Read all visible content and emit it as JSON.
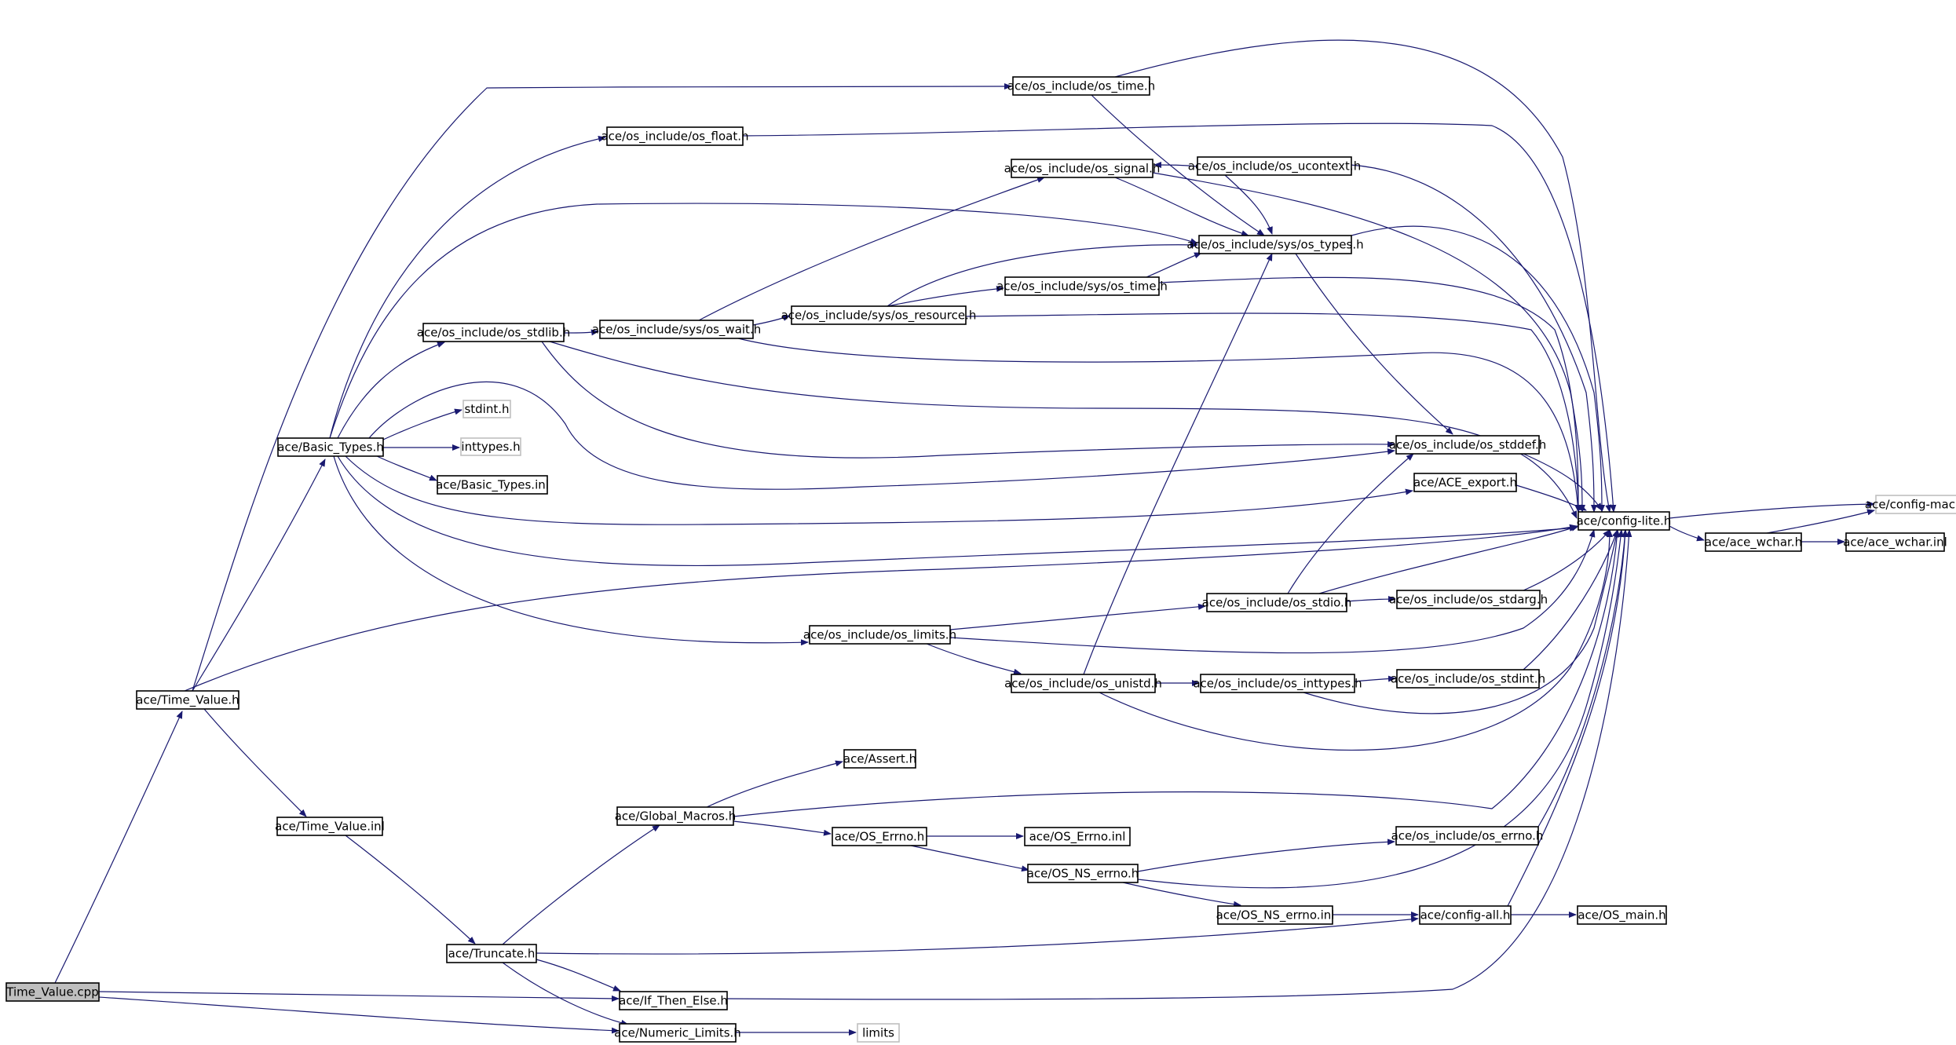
{
  "colors": {
    "edge": "#191970",
    "root_fill": "#bfbfbf",
    "node_border": "#000000",
    "external_border": "#bfbfbf"
  },
  "nodes": [
    {
      "id": "time_value_cpp",
      "label": "Time_Value.cpp",
      "root": true
    },
    {
      "id": "time_value_h",
      "label": "ace/Time_Value.h"
    },
    {
      "id": "time_value_inl",
      "label": "ace/Time_Value.inl"
    },
    {
      "id": "basic_types_h",
      "label": "ace/Basic_Types.h"
    },
    {
      "id": "os_time_h",
      "label": "ace/os_include/os_time.h"
    },
    {
      "id": "os_float_h",
      "label": "ace/os_include/os_float.h"
    },
    {
      "id": "os_signal_h",
      "label": "ace/os_include/os_signal.h"
    },
    {
      "id": "os_ucontext_h",
      "label": "ace/os_include/os_ucontext.h"
    },
    {
      "id": "sys_os_types_h",
      "label": "ace/os_include/sys/os_types.h"
    },
    {
      "id": "sys_os_time_h",
      "label": "ace/os_include/sys/os_time.h"
    },
    {
      "id": "os_stdlib_h",
      "label": "ace/os_include/os_stdlib.h"
    },
    {
      "id": "sys_os_wait_h",
      "label": "ace/os_include/sys/os_wait.h"
    },
    {
      "id": "sys_os_resource_h",
      "label": "ace/os_include/sys/os_resource.h"
    },
    {
      "id": "stdint_h",
      "label": "stdint.h",
      "external": true
    },
    {
      "id": "inttypes_h",
      "label": "inttypes.h",
      "external": true
    },
    {
      "id": "basic_types_inl",
      "label": "ace/Basic_Types.inl"
    },
    {
      "id": "os_stddef_h",
      "label": "ace/os_include/os_stddef.h"
    },
    {
      "id": "ace_export_h",
      "label": "ace/ACE_export.h"
    },
    {
      "id": "config_lite_h",
      "label": "ace/config-lite.h"
    },
    {
      "id": "config_macros_h",
      "label": "ace/config-macros.h",
      "external": true
    },
    {
      "id": "ace_wchar_h",
      "label": "ace/ace_wchar.h"
    },
    {
      "id": "ace_wchar_inl",
      "label": "ace/ace_wchar.inl"
    },
    {
      "id": "os_stdio_h",
      "label": "ace/os_include/os_stdio.h"
    },
    {
      "id": "os_stdarg_h",
      "label": "ace/os_include/os_stdarg.h"
    },
    {
      "id": "os_limits_h",
      "label": "ace/os_include/os_limits.h"
    },
    {
      "id": "os_unistd_h",
      "label": "ace/os_include/os_unistd.h"
    },
    {
      "id": "os_inttypes_h",
      "label": "ace/os_include/os_inttypes.h"
    },
    {
      "id": "os_stdint_h",
      "label": "ace/os_include/os_stdint.h"
    },
    {
      "id": "assert_h",
      "label": "ace/Assert.h"
    },
    {
      "id": "global_macros_h",
      "label": "ace/Global_Macros.h"
    },
    {
      "id": "os_errno_h_ace",
      "label": "ace/OS_Errno.h"
    },
    {
      "id": "os_errno_inl",
      "label": "ace/OS_Errno.inl"
    },
    {
      "id": "os_include_os_errno_h",
      "label": "ace/os_include/os_errno.h"
    },
    {
      "id": "os_ns_errno_h",
      "label": "ace/OS_NS_errno.h"
    },
    {
      "id": "os_ns_errno_inl",
      "label": "ace/OS_NS_errno.inl"
    },
    {
      "id": "config_all_h",
      "label": "ace/config-all.h"
    },
    {
      "id": "os_main_h",
      "label": "ace/OS_main.h"
    },
    {
      "id": "truncate_h",
      "label": "ace/Truncate.h"
    },
    {
      "id": "if_then_else_h",
      "label": "ace/If_Then_Else.h"
    },
    {
      "id": "numeric_limits_h",
      "label": "ace/Numeric_Limits.h"
    },
    {
      "id": "limits",
      "label": "limits",
      "external": true
    }
  ]
}
